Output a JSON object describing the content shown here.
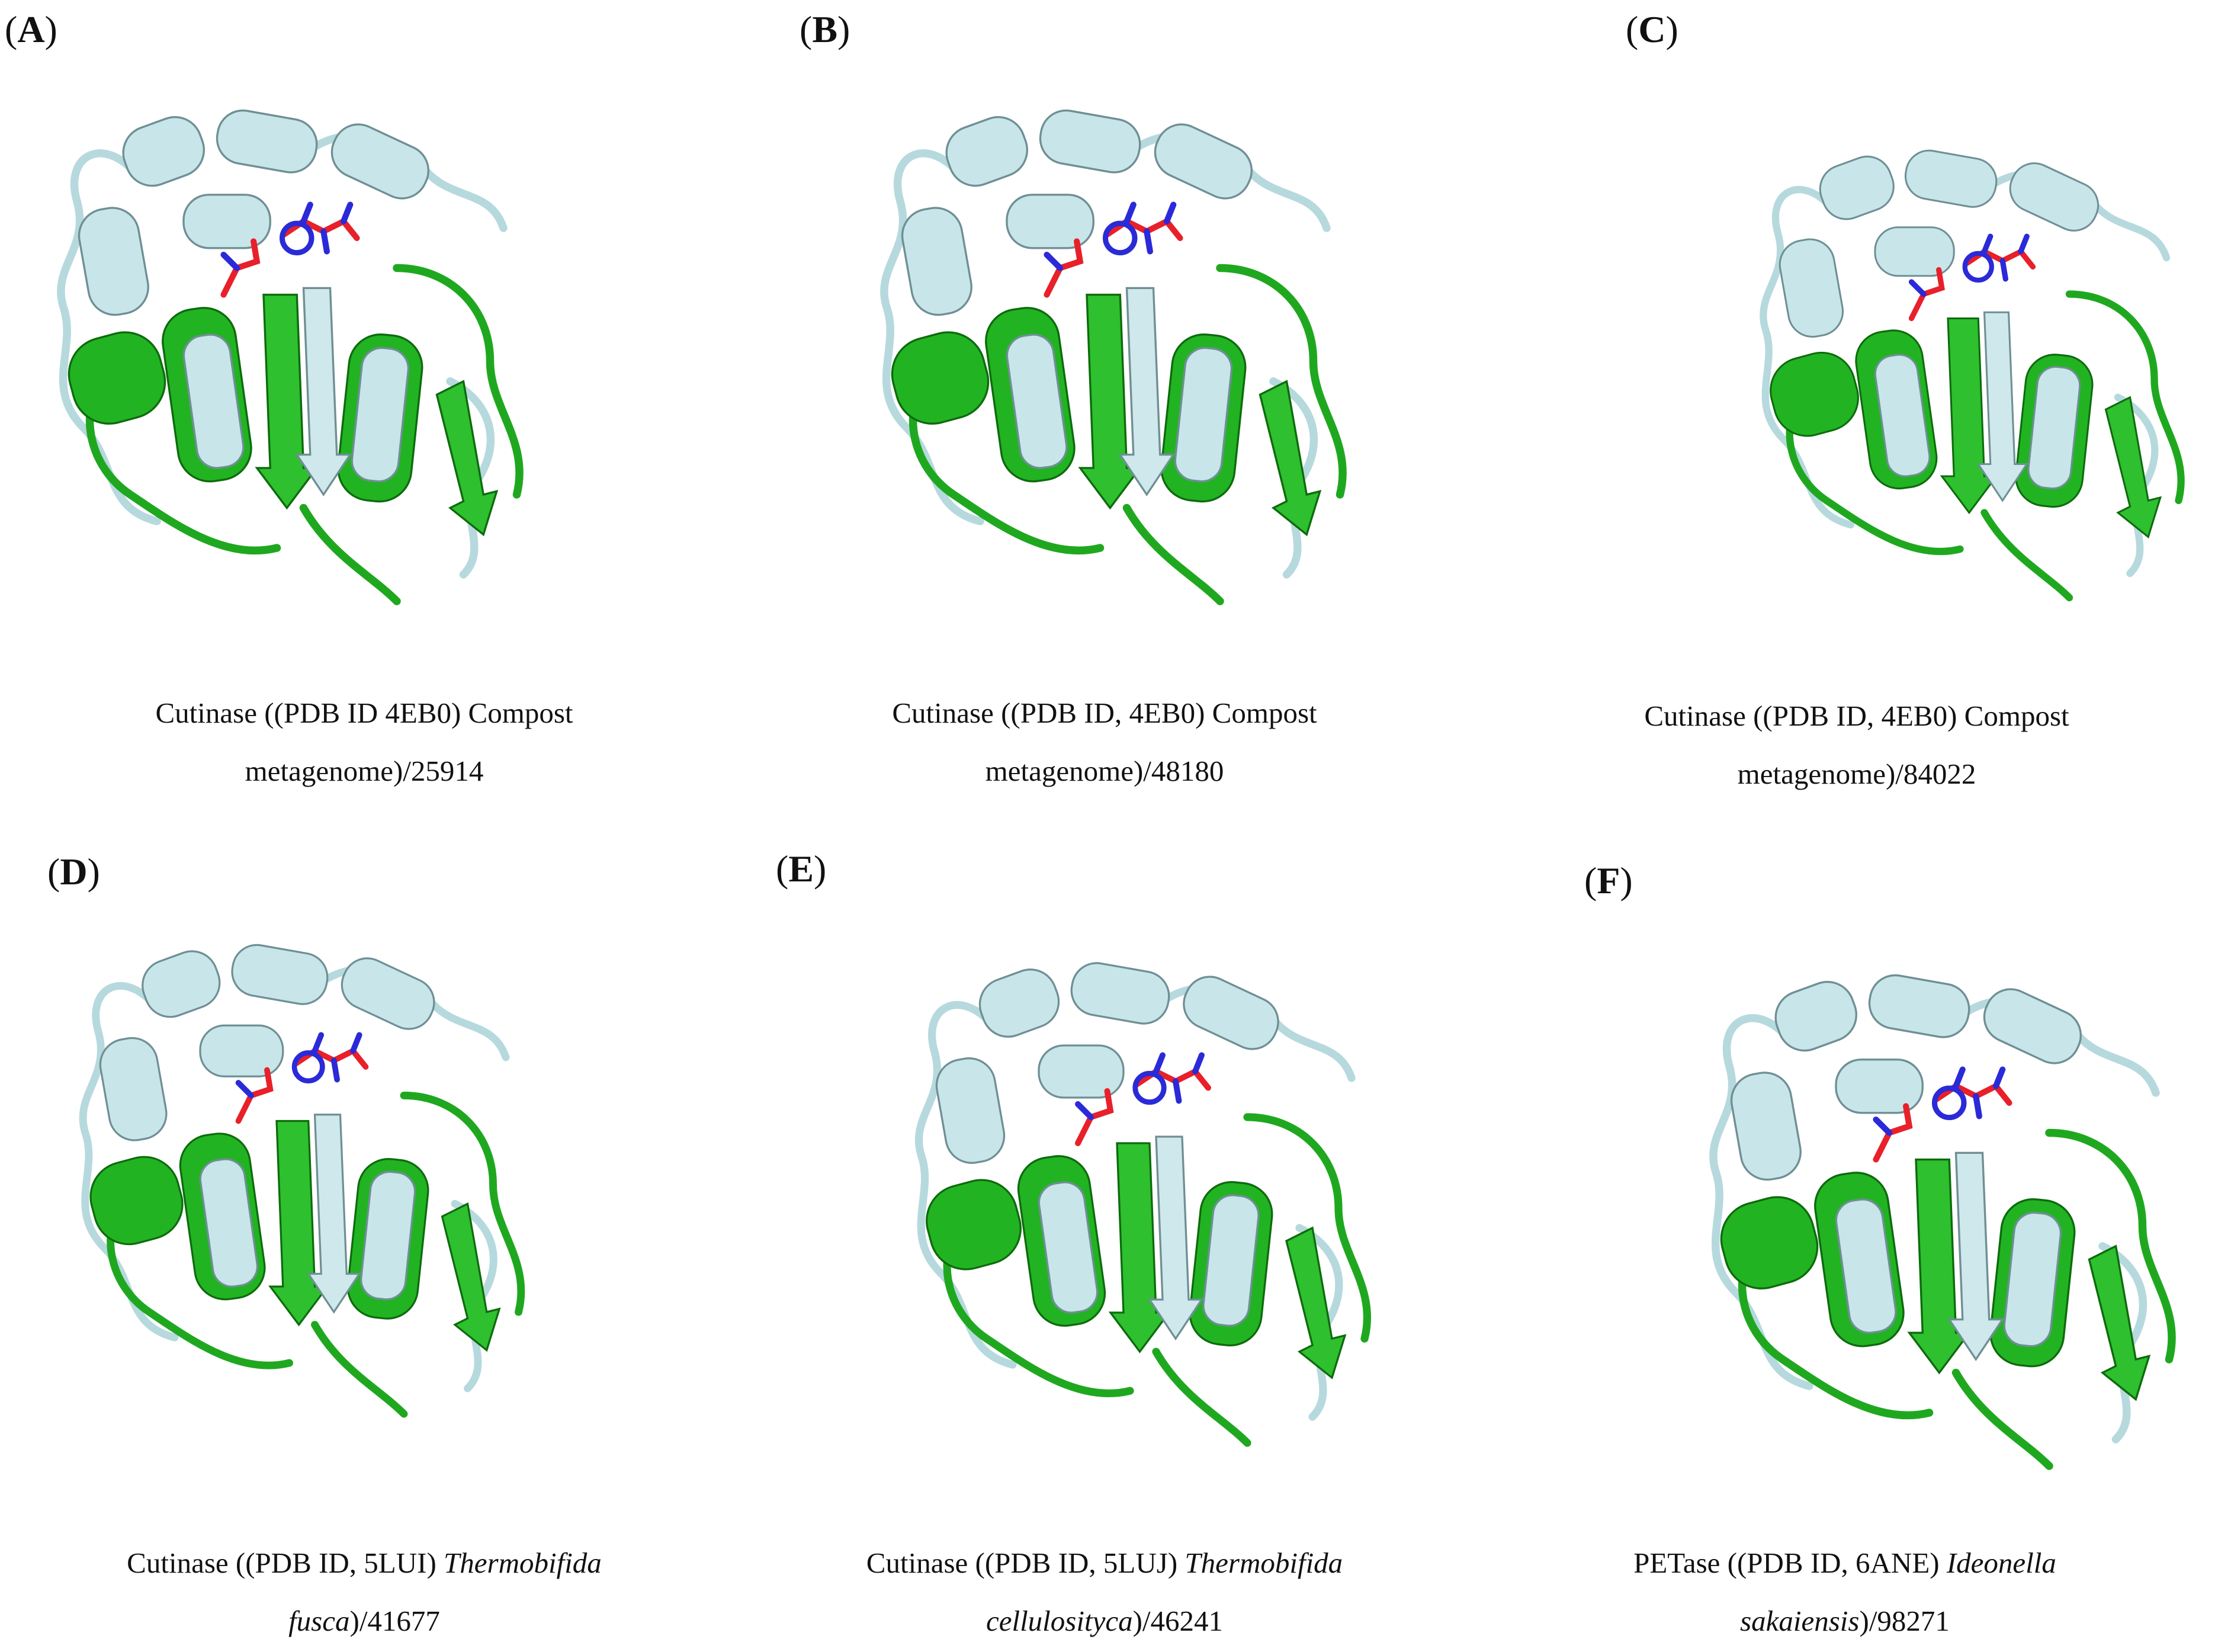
{
  "panels": [
    {
      "label_letter": "A",
      "caption_line1": "Cutinase ((PDB ID 4EB0) Compost",
      "caption_line2_plain": "metagenome)/25914",
      "caption_line2_italic": ""
    },
    {
      "label_letter": "B",
      "caption_line1": "Cutinase ((PDB ID, 4EB0) Compost",
      "caption_line2_plain": "metagenome)/48180",
      "caption_line2_italic": ""
    },
    {
      "label_letter": "C",
      "caption_line1": "Cutinase ((PDB ID, 4EB0) Compost",
      "caption_line2_plain": "metagenome)/84022",
      "caption_line2_italic": ""
    },
    {
      "label_letter": "D",
      "caption_line1": "Cutinase ((PDB ID, 5LUI) ",
      "caption_line1_italic": "Thermobifida",
      "caption_line2_italic": "fusca",
      "caption_line2_plain": ")/41677"
    },
    {
      "label_letter": "E",
      "caption_line1": "Cutinase ((PDB ID, 5LUJ) ",
      "caption_line1_italic": "Thermobifida",
      "caption_line2_italic": "cellulosityca",
      "caption_line2_plain": ")/46241"
    },
    {
      "label_letter": "F",
      "caption_line1": "PETase ((PDB ID, 6ANE) ",
      "caption_line1_italic": "Ideonella",
      "caption_line2_italic": "sakaiensis",
      "caption_line2_plain": ")/98271"
    }
  ],
  "colors": {
    "reference_structure": "#c8e6ea",
    "model_structure": "#22b322",
    "ligand_carbon": "#e8202a",
    "ligand_nitrogen": "#2a2ad8"
  }
}
